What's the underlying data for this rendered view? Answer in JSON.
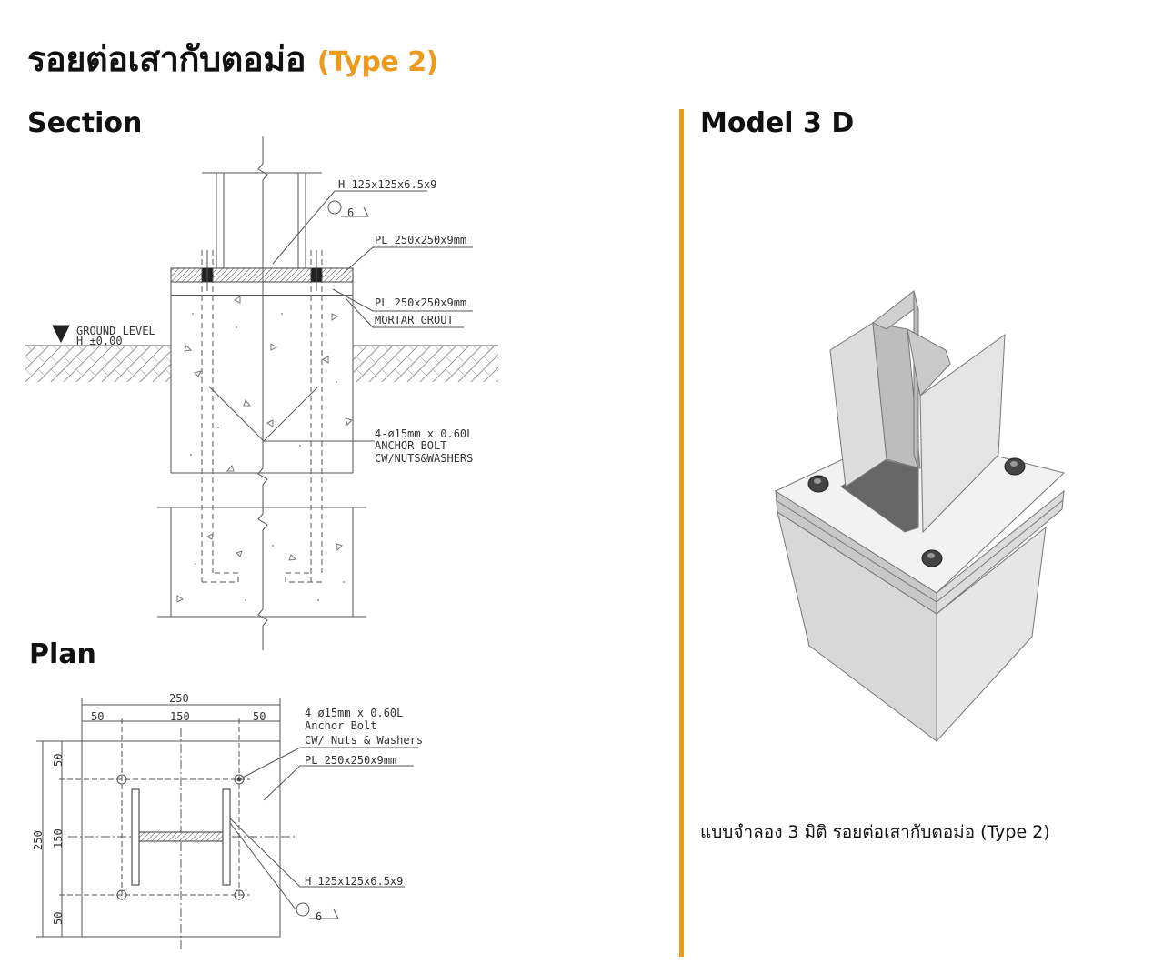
{
  "title": {
    "main": "รอยต่อเสากับตอม่อ",
    "type": "(Type 2)"
  },
  "section": {
    "heading": "Section",
    "ground_level": "GROUND LEVEL",
    "ground_value": "H ±0.00",
    "column_label": "H 125x125x6.5x9",
    "weld_size": "6",
    "plate_top": "PL 250x250x9mm",
    "plate_bottom": "PL 250x250x9mm",
    "grout": "MORTAR GROUT",
    "bolt_line1": "4-ø15mm x 0.60L",
    "bolt_line2": "ANCHOR BOLT",
    "bolt_line3": "CW/NUTS&WASHERS"
  },
  "plan": {
    "heading": "Plan",
    "dim_total": "250",
    "dim_left": "50",
    "dim_mid": "150",
    "dim_right": "50",
    "vdim_total": "250",
    "vdim_top": "50",
    "vdim_mid": "150",
    "vdim_bottom": "50",
    "bolt_line1": "4 ø15mm x 0.60L",
    "bolt_line2": "Anchor Bolt",
    "bolt_line3": "CW/ Nuts & Washers",
    "plate": "PL 250x250x9mm",
    "column_label": "H 125x125x6.5x9",
    "weld_size": "6"
  },
  "model": {
    "heading": "Model 3 D",
    "caption": "แบบจำลอง 3 มิติ รอยต่อเสากับตอม่อ (Type 2)"
  },
  "colors": {
    "accent": "#ee9a1c",
    "line": "#555555"
  }
}
